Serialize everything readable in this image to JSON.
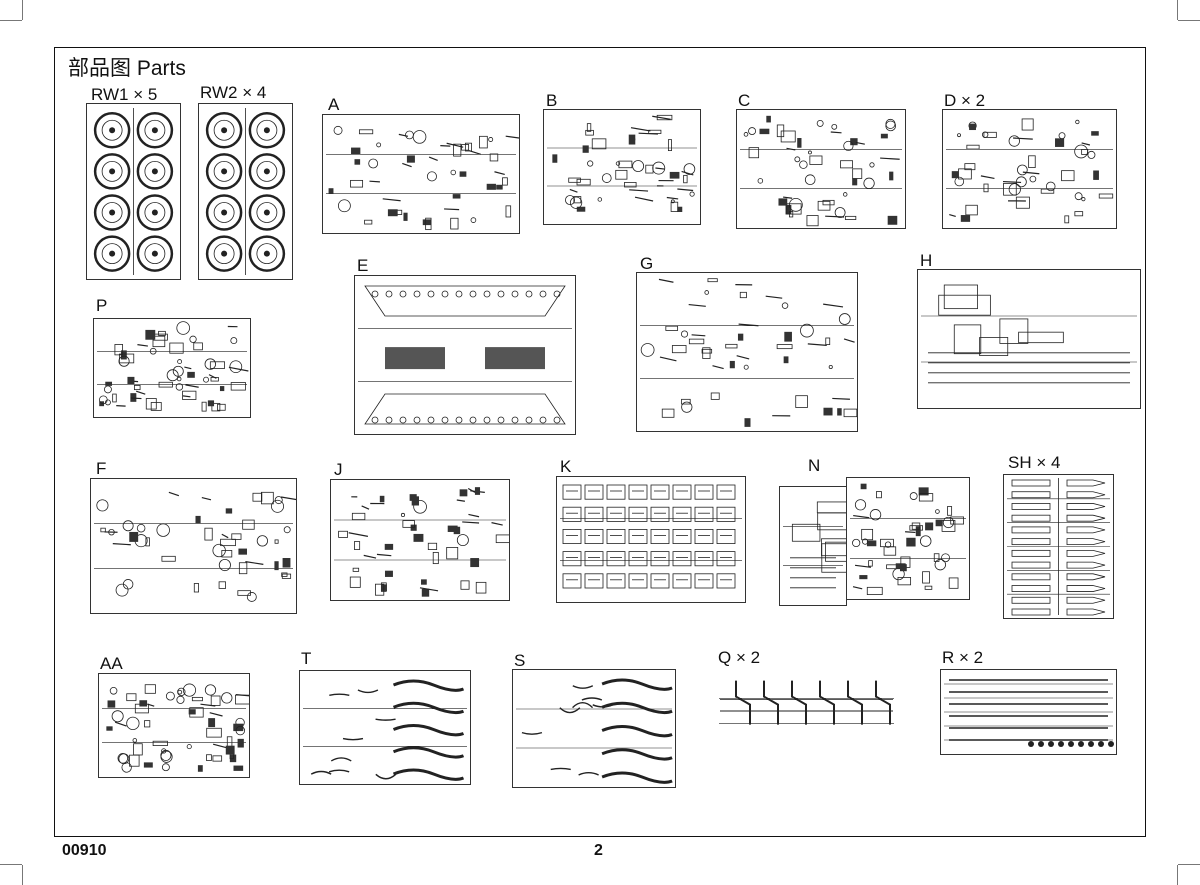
{
  "title": "部品图 Parts",
  "sprues": [
    {
      "key": "rw1",
      "label": "RW1 × 5"
    },
    {
      "key": "rw2",
      "label": "RW2 × 4"
    },
    {
      "key": "a",
      "label": "A"
    },
    {
      "key": "b",
      "label": "B"
    },
    {
      "key": "c",
      "label": "C"
    },
    {
      "key": "d",
      "label": "D × 2"
    },
    {
      "key": "p",
      "label": "P"
    },
    {
      "key": "e",
      "label": "E"
    },
    {
      "key": "g",
      "label": "G"
    },
    {
      "key": "h",
      "label": "H"
    },
    {
      "key": "f",
      "label": "F"
    },
    {
      "key": "j",
      "label": "J"
    },
    {
      "key": "k",
      "label": "K"
    },
    {
      "key": "n",
      "label": "N"
    },
    {
      "key": "sh",
      "label": "SH × 4"
    },
    {
      "key": "aa",
      "label": "AA"
    },
    {
      "key": "t",
      "label": "T"
    },
    {
      "key": "s",
      "label": "S"
    },
    {
      "key": "q",
      "label": "Q × 2"
    },
    {
      "key": "r",
      "label": "R × 2"
    }
  ],
  "footer": {
    "code": "00910",
    "page": "2"
  }
}
